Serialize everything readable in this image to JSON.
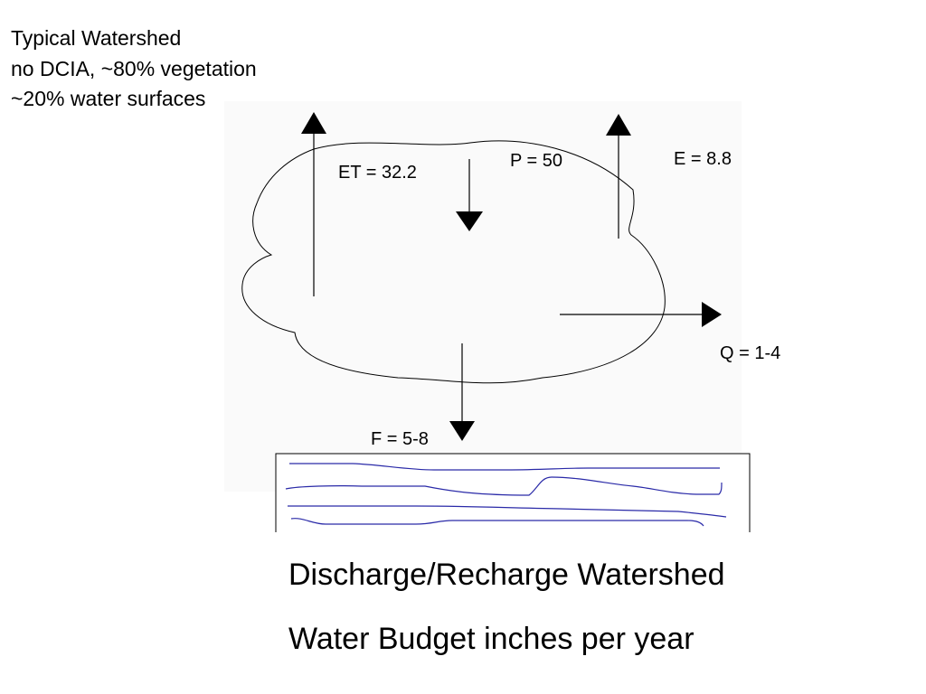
{
  "header": {
    "line1": "Typical Watershed",
    "line2": "no DCIA, ~80% vegetation",
    "line3": "~20% water surfaces"
  },
  "fluxes": {
    "et": "ET = 32.2",
    "p": "P = 50",
    "e": "E = 8.8",
    "q": "Q = 1-4",
    "f": "F = 5-8"
  },
  "footer": {
    "line1": "Discharge/Recharge Watershed",
    "line2": "Water Budget inches per year"
  },
  "colors": {
    "arrow": "#000000",
    "strata_lines": "#2a2aa8",
    "cloud_fill": "#fafafa"
  },
  "icons": [
    "evapotranspiration-arrow-up-icon",
    "precipitation-arrow-down-icon",
    "evaporation-arrow-up-icon",
    "runoff-arrow-right-icon",
    "infiltration-arrow-down-icon"
  ]
}
